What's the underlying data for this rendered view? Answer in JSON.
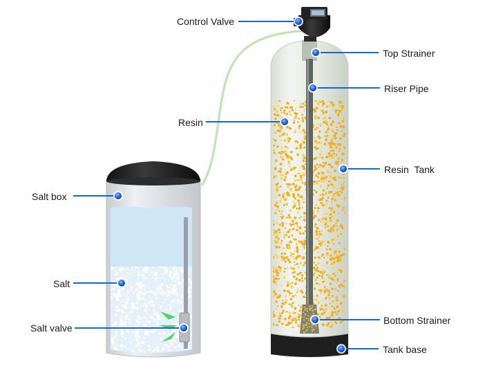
{
  "labels": {
    "control_valve": "Control Valve",
    "top_strainer": "Top Strainer",
    "riser_pipe": "Riser Pipe",
    "resin": "Resin",
    "resin_tank": "Resin  Tank",
    "salt_box": "Salt box",
    "salt": "Salt",
    "salt_valve": "Salt valve",
    "bottom_strainer": "Bottom Strainer",
    "tank_base": "Tank base"
  },
  "colors": {
    "leader_line": "#1565d8",
    "marker_dot": "#1e6ef0",
    "resin_beads": "#f0b020",
    "salt_fill": "#dceef8",
    "tank_cap": "#1c1c1c",
    "tank_body": "#e9efe6",
    "brine_tube": "#d6ecd0"
  },
  "icons": [
    "marker-dot-icon",
    "arrow-icon"
  ]
}
